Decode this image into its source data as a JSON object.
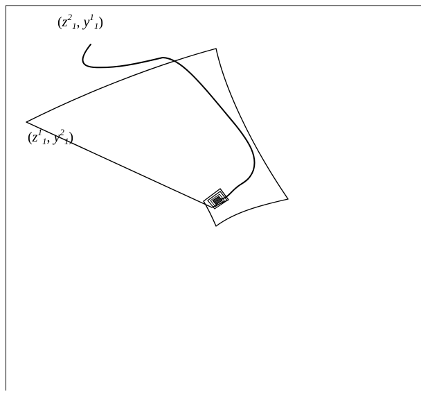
{
  "labels": {
    "top": {
      "open": "(",
      "var1": "z",
      "sup1": "2",
      "sub1": "1",
      "sep": ", ",
      "var2": "y",
      "sup2": "1",
      "sub2": "1",
      "close": ")"
    },
    "left": {
      "open": "(",
      "var1": "z",
      "sup1": "1",
      "sub1": "1",
      "sep": ", ",
      "var2": "y",
      "sup2": "2",
      "sub2": "1",
      "close": ")"
    }
  },
  "colors": {
    "stroke": "#000000",
    "background": "#ffffff",
    "frame": "#000000"
  }
}
